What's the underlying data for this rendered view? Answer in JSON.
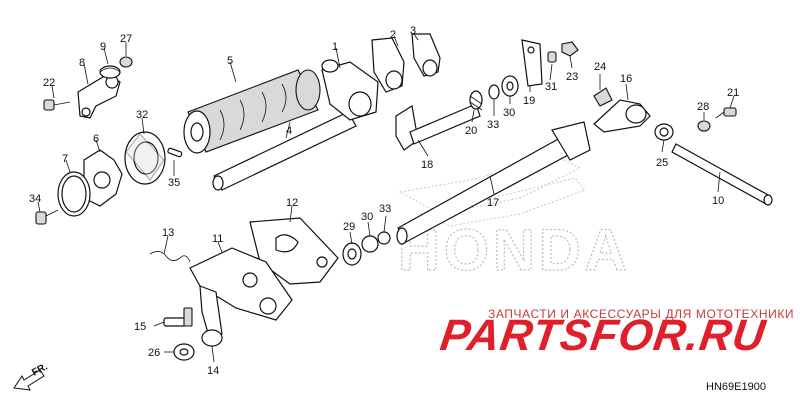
{
  "diagram": {
    "code": "HN69E1900",
    "direction_label": "FR.",
    "watermark_text": "HONDA",
    "shop_tagline": "ЗАПЧАСТИ И АКСЕССУАРЫ ДЛЯ МОТОТЕХНИКИ",
    "shop_brand": "PARTSFOR.RU",
    "callouts": [
      "1",
      "2",
      "3",
      "4",
      "5",
      "6",
      "7",
      "8",
      "9",
      "10",
      "11",
      "12",
      "13",
      "14",
      "15",
      "16",
      "17",
      "18",
      "19",
      "20",
      "21",
      "22",
      "23",
      "24",
      "25",
      "26",
      "27",
      "28",
      "29",
      "30",
      "31",
      "32",
      "33",
      "34",
      "35"
    ]
  }
}
